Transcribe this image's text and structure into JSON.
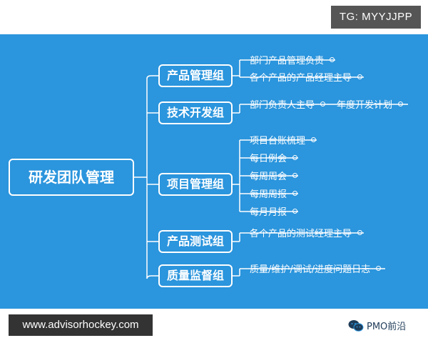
{
  "badge": {
    "text": "TG: MYYJJPP"
  },
  "footer": {
    "link_text": "www.advisorhockey.com"
  },
  "mindmap": {
    "root": "研发团队管理",
    "groups": [
      {
        "label": "产品管理组",
        "items": [
          "部门产品管理负责",
          "各个产品的产品经理主导"
        ]
      },
      {
        "label": "技术开发组",
        "items": [
          "部门负责人主导",
          "年度开发计划"
        ]
      },
      {
        "label": "项目管理组",
        "items": [
          "项目台账梳理",
          "每日例会",
          "每周周会",
          "每周周报",
          "每月月报"
        ]
      },
      {
        "label": "产品测试组",
        "items": [
          "各个产品的测试经理主导"
        ]
      },
      {
        "label": "质量监督组",
        "items": [
          "质量/维护/调试/进度问题日志"
        ]
      }
    ]
  },
  "watermark": {
    "text": "PMO前沿",
    "icon": "wechat-icon"
  },
  "colors": {
    "background": "#2b95dd",
    "lines": "#ffffff",
    "watermark": "#1f3b58"
  }
}
